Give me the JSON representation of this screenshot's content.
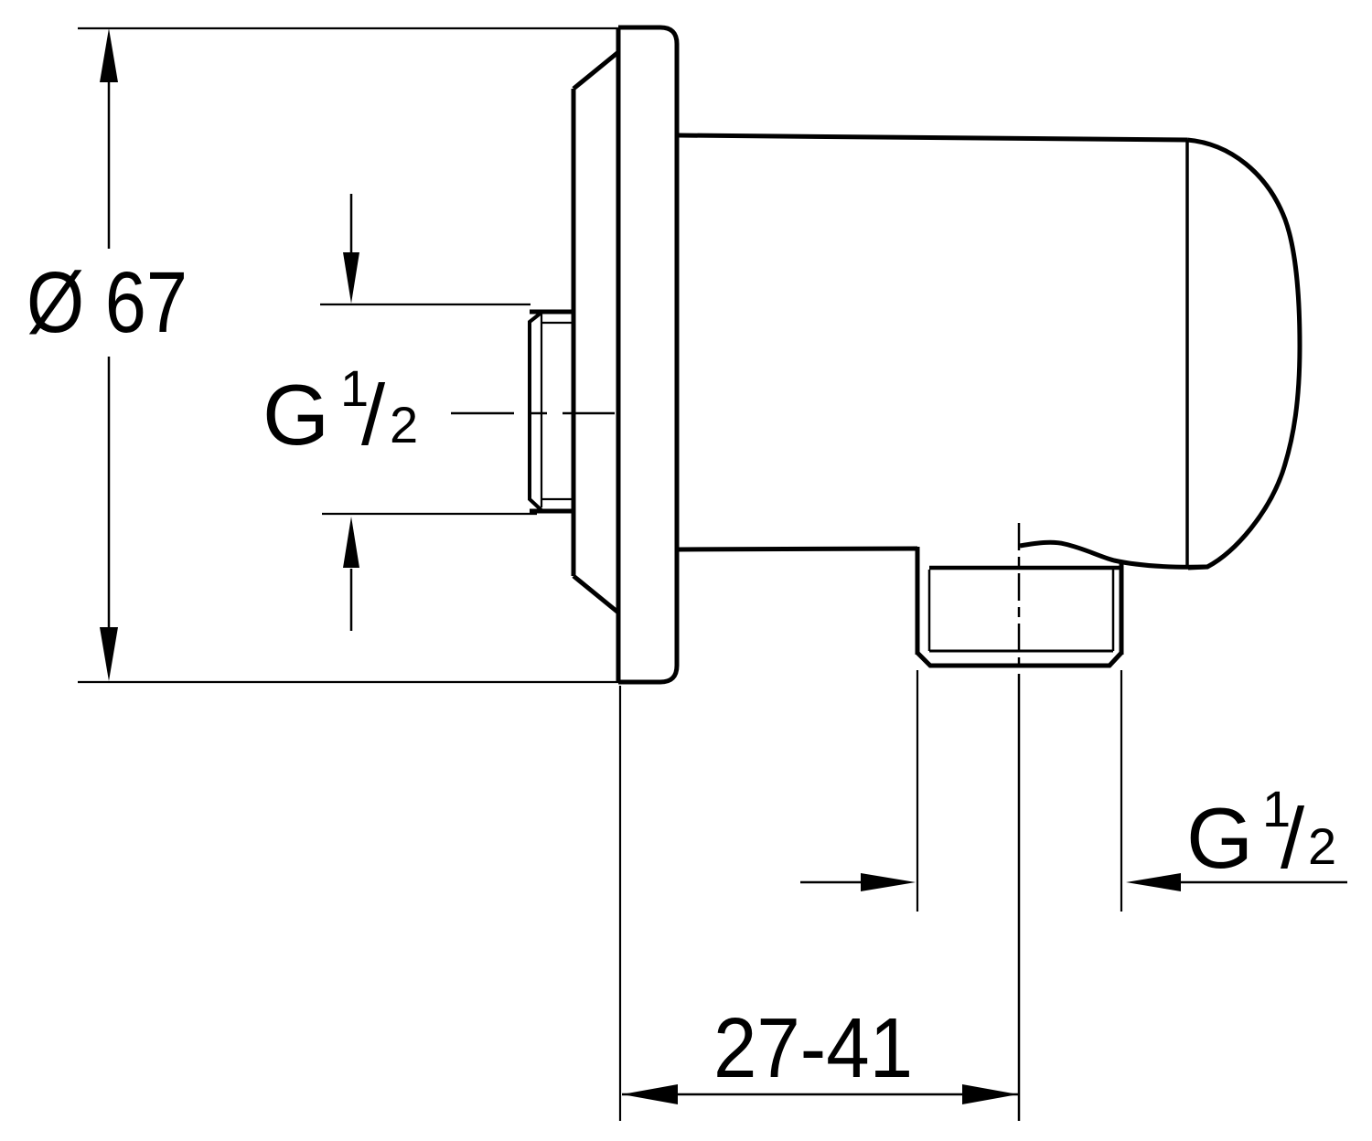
{
  "drawing_labels": {
    "flange_diameter": {
      "label": "Ø 67"
    },
    "rear_thread": {
      "letter": "G",
      "numerator": "1",
      "fraction_slash": "/",
      "denominator": "2"
    },
    "outlet_thread": {
      "letter": "G",
      "numerator": "1",
      "fraction_slash": "/",
      "denominator": "2"
    },
    "depth_range": {
      "label": "27-41"
    }
  },
  "colors": {
    "line": "#000000",
    "background": "#ffffff"
  }
}
